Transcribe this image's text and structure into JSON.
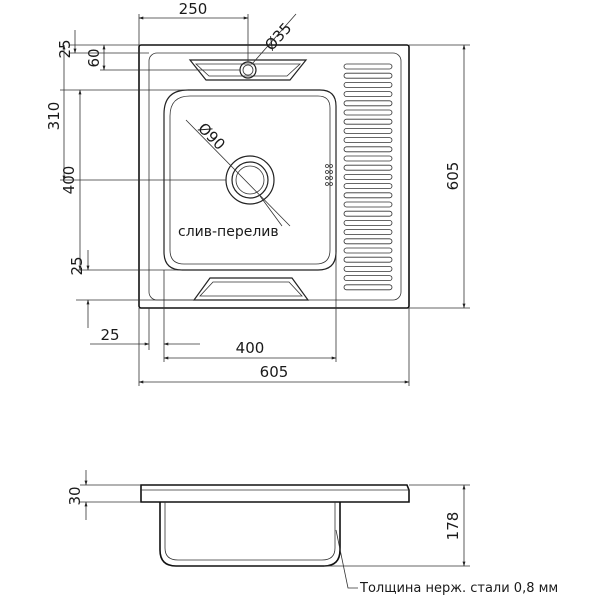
{
  "top_view": {
    "dims": {
      "top_width_250": "250",
      "dia_35": "Ø35",
      "d25_top": "25",
      "d60": "60",
      "d310": "310",
      "d400_left": "400",
      "d25_left": "25",
      "d25_bottom": "25",
      "d400_bottom": "400",
      "d605_bottom": "605",
      "d605_right": "605",
      "dia_90": "Ø90"
    },
    "drain_label": "слив-перелив"
  },
  "side_view": {
    "dims": {
      "d30": "30",
      "d178": "178"
    },
    "thickness_note": "Толщина нерж. стали 0,8 мм"
  }
}
